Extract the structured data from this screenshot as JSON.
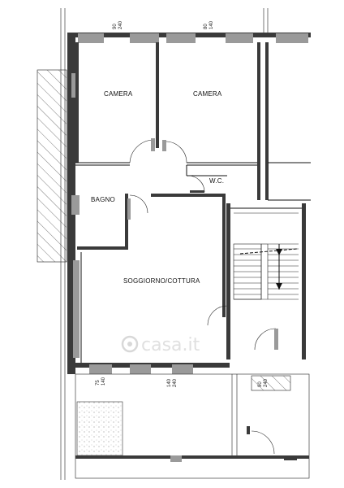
{
  "rooms": {
    "camera_left": "CAMERA",
    "camera_right": "CAMERA",
    "bagno": "BAGNO",
    "wc": "W.C.",
    "soggiorno": "SOGGIORNO/COTTURA"
  },
  "dimensions": {
    "top_left": [
      "90",
      "240"
    ],
    "top_right": [
      "80",
      "140"
    ],
    "bottom_left": [
      "75",
      "140"
    ],
    "bottom_middle": [
      "140",
      "240"
    ],
    "bottom_right": [
      "90",
      "240"
    ]
  },
  "watermark": "casa.it"
}
